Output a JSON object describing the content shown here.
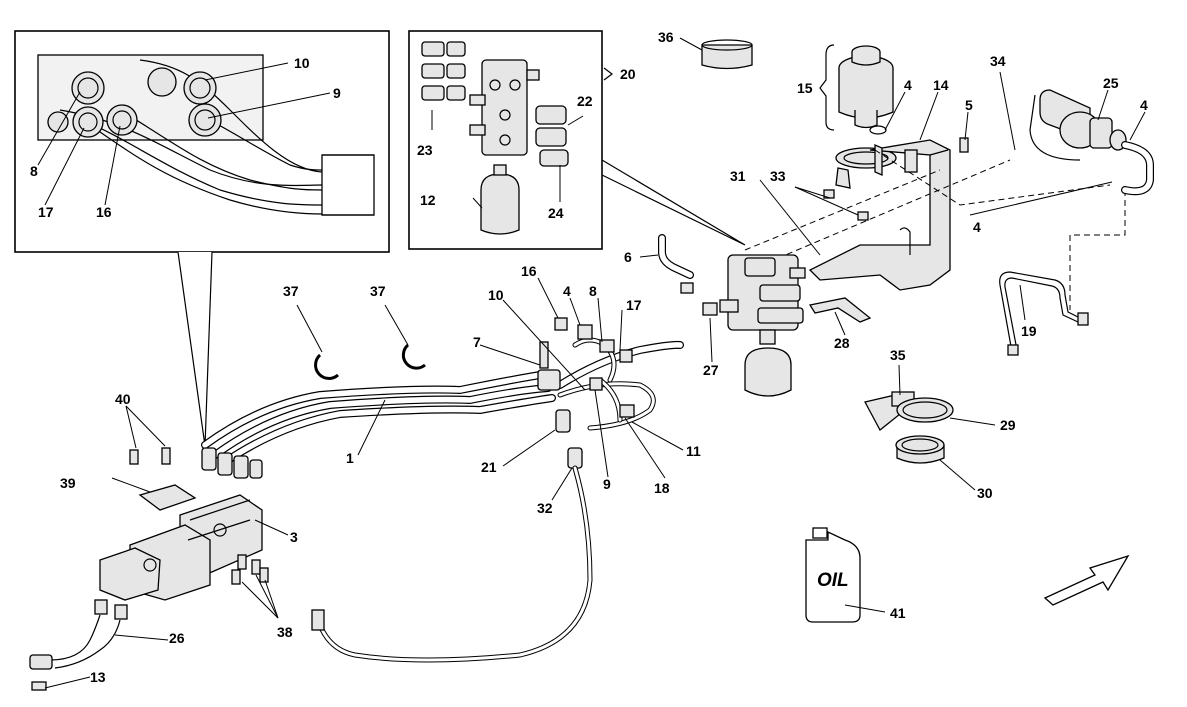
{
  "callouts": {
    "c1": "1",
    "c3": "3",
    "c4a": "4",
    "c4b": "4",
    "c4c": "4",
    "c4d": "4",
    "c5": "5",
    "c6": "6",
    "c7": "7",
    "c8a": "8",
    "c8b": "8",
    "c9a": "9",
    "c9b": "9",
    "c10a": "10",
    "c10b": "10",
    "c11": "11",
    "c12": "12",
    "c13": "13",
    "c14": "14",
    "c15": "15",
    "c16a": "16",
    "c16b": "16",
    "c17a": "17",
    "c17b": "17",
    "c18": "18",
    "c19": "19",
    "c20": "20",
    "c21": "21",
    "c22": "22",
    "c23": "23",
    "c24": "24",
    "c25": "25",
    "c26": "26",
    "c27": "27",
    "c28": "28",
    "c29": "29",
    "c30": "30",
    "c31": "31",
    "c32": "32",
    "c33": "33",
    "c34": "34",
    "c35": "35",
    "c36": "36",
    "c37a": "37",
    "c37b": "37",
    "c38": "38",
    "c39": "39",
    "c40": "40",
    "c41": "41"
  },
  "oil_can_label": "OIL",
  "icons": {
    "direction_arrow": "front-direction-arrow-icon"
  }
}
